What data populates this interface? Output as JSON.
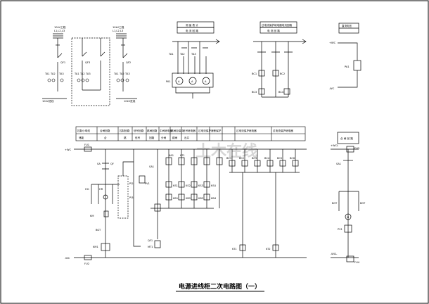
{
  "drawing": {
    "title": "电源进线柜二次电路图（一）",
    "watermark": "土木在线"
  },
  "primary": {
    "bus_left": "10kV工程",
    "bus_left_phases": "L1,L2,L3",
    "bus_right": "10kV工程",
    "bus_right_phases": "L1,L2,L3",
    "qf1": "QF1",
    "qf2": "QF2",
    "qf3": "QF3",
    "ta_labels": [
      "TA1",
      "TA2",
      "TA3",
      "TA1",
      "TA2",
      "TA3",
      "TA1",
      "TA2",
      "TA3"
    ],
    "bottom_left": "10kV进线",
    "bottom_right": "10kV进线"
  },
  "metering": {
    "header1": "测 量 表 计",
    "header2": "电 流 回 路",
    "ta": [
      "TA1",
      "TA2",
      "TA3"
    ],
    "meter": "PA1",
    "meter_glyph": "A"
  },
  "protection": {
    "header1": "过电流保护继电器电流回路",
    "header2": "电 流 回 路",
    "relays": [
      "BC1",
      "BC2",
      "BC3",
      "BC4"
    ]
  },
  "dcmeter": {
    "header": "直流电压",
    "pos": "+WC",
    "neg": "-WC",
    "meter": "PA1"
  },
  "ctrl_table": {
    "headers": [
      "控制小母线",
      "合闸回路",
      "控制回路",
      "信号回路",
      "跳闸回路",
      "中间继电器",
      "跳闸自保持",
      "信号继电器",
      "过电流保护",
      "速断保护",
      "过电流保护继电器",
      "过电流保护继电器"
    ],
    "row2": [
      "储能",
      "合",
      "跳",
      "信号",
      "回路",
      "分闸",
      "跳闸",
      "出口",
      "BC2",
      "BC3",
      "BC4"
    ]
  },
  "ctrl": {
    "pos": "+WC",
    "neg": "-WC",
    "fuse_top": "FU1",
    "fuse_bot": "FU2",
    "labels": [
      "SA",
      "QF",
      "HG",
      "HR",
      "KM",
      "BGT",
      "PI2",
      "PI3",
      "KA1",
      "KT1",
      "KS1",
      "KS2",
      "KS3",
      "KS4",
      "KB1",
      "KB2",
      "KB3",
      "KB4",
      "KT1",
      "KT2",
      "BC1",
      "BC2",
      "BC3",
      "BC4",
      "BC5",
      "BC6",
      "QF1",
      "MT1",
      "KM1",
      "SA1",
      "PV1"
    ]
  },
  "signal": {
    "header": "合 闸 回 路",
    "pos": "+WCL",
    "neg": "-WCL",
    "fuse_top": "FU3",
    "fuse_bot": "FU4",
    "sa": "SA1",
    "bgt1": "BGT",
    "bgt2": "BGT",
    "coil": "M",
    "pv": "PV1"
  }
}
